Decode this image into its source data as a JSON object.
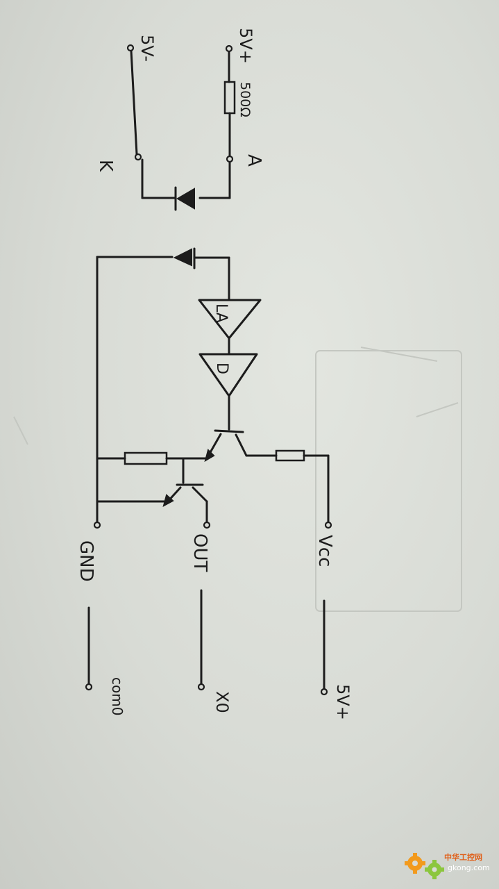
{
  "diagram": {
    "input_terminals": {
      "plus_label": "5V+",
      "minus_label": "5V-",
      "resistor_label": "500Ω",
      "anode_label": "A",
      "cathode_label": "K"
    },
    "amplifier_labels": {
      "first": "LA",
      "second": "D"
    },
    "output_terminals": {
      "gnd_label": "GND",
      "out_label": "OUT",
      "vcc_label": "Vcc"
    },
    "external_labels": {
      "com_label": "com0",
      "x_label": "X0",
      "supply_label": "5V+"
    }
  },
  "watermark": {
    "brand_cn": "中华工控网",
    "site": "gkong.com"
  },
  "colors": {
    "ink": "#1c1c1c",
    "paper": "#d9dcd6",
    "logo_orange": "#f29a1d",
    "logo_green": "#8cc63e"
  }
}
